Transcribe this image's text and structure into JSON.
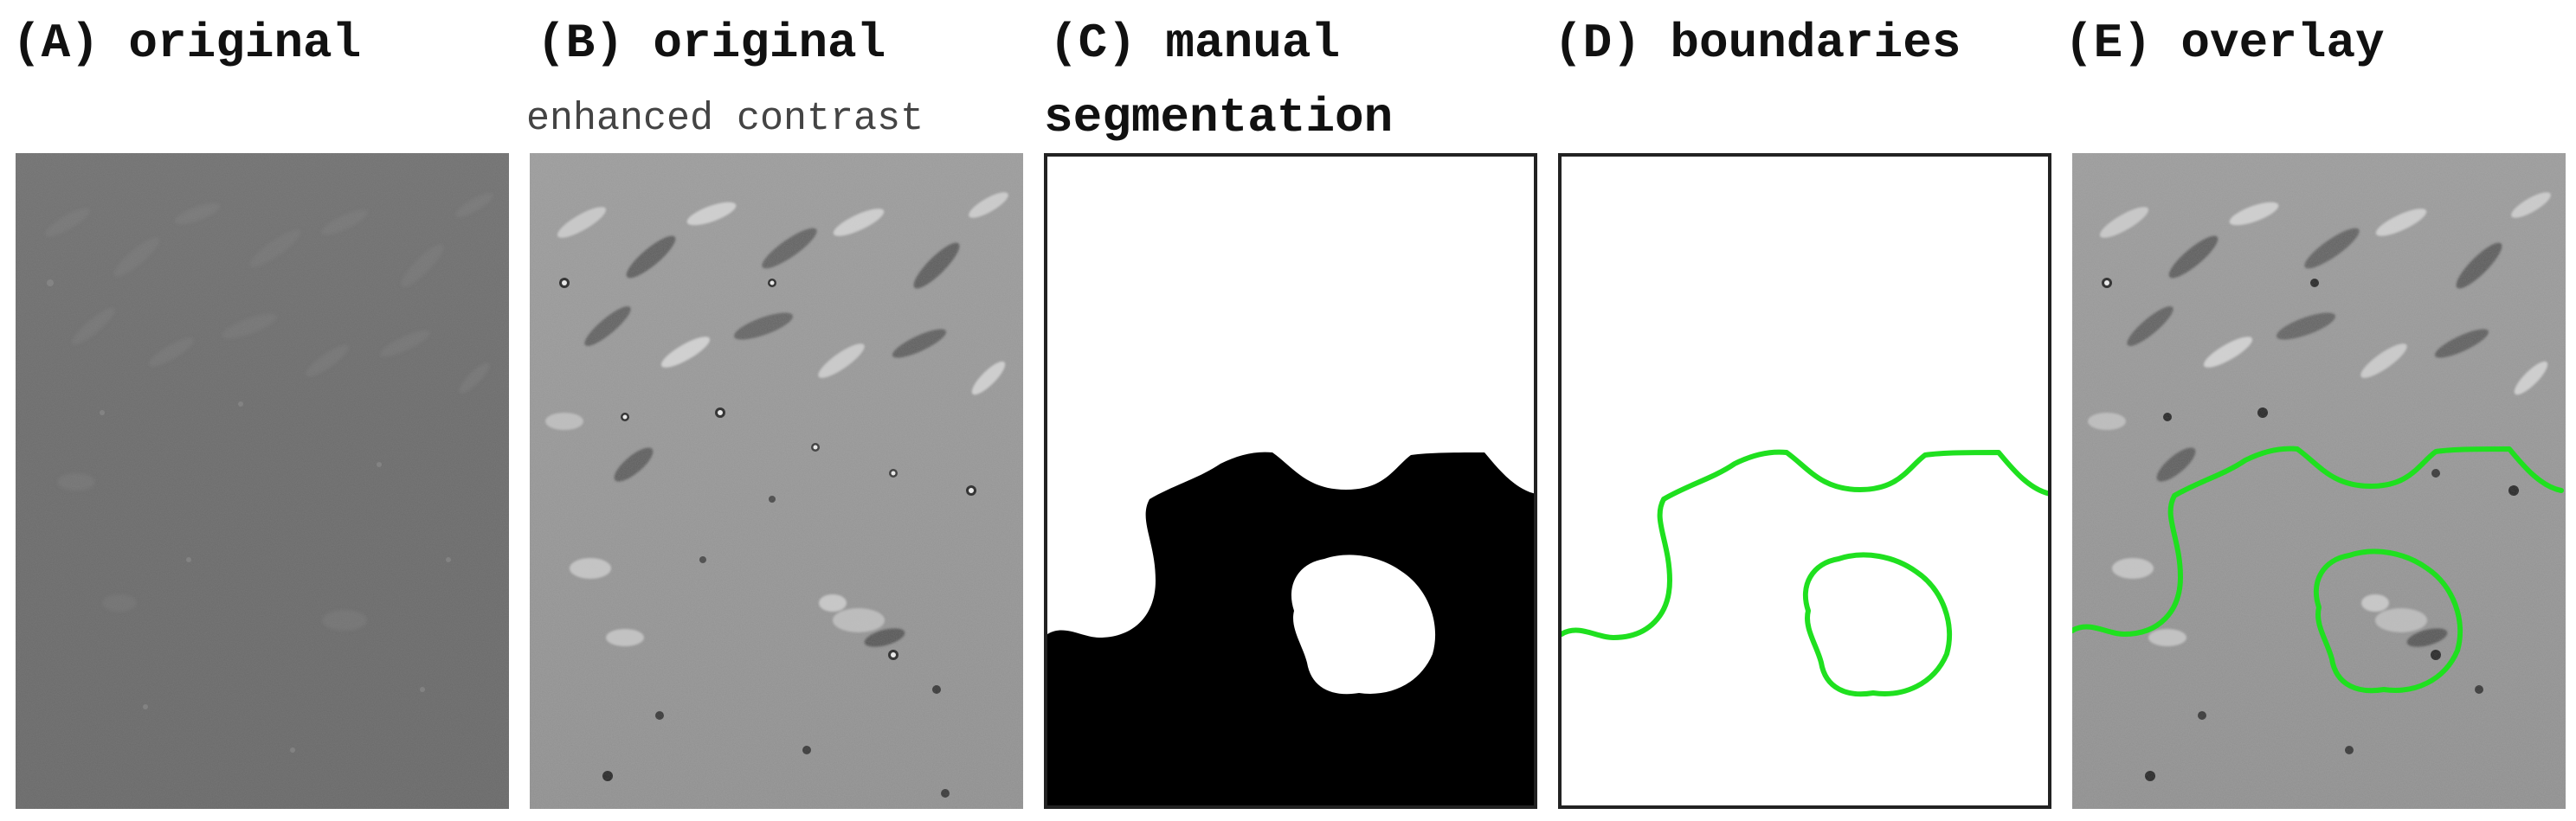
{
  "panels": {
    "a": {
      "title": "(A) original"
    },
    "b": {
      "title": "(B) original",
      "subtitle": "enhanced contrast"
    },
    "c": {
      "title_line1": "(C) manual",
      "title_line2": "segmentation"
    },
    "d": {
      "title": "(D) boundaries"
    },
    "e": {
      "title": "(E) overlay"
    }
  },
  "colors": {
    "boundary": "#1fe01f",
    "mask": "#000000",
    "background": "#ffffff",
    "low_contrast_gray": "#6e6e6e",
    "enhanced_gray": "#9a9a9a"
  }
}
